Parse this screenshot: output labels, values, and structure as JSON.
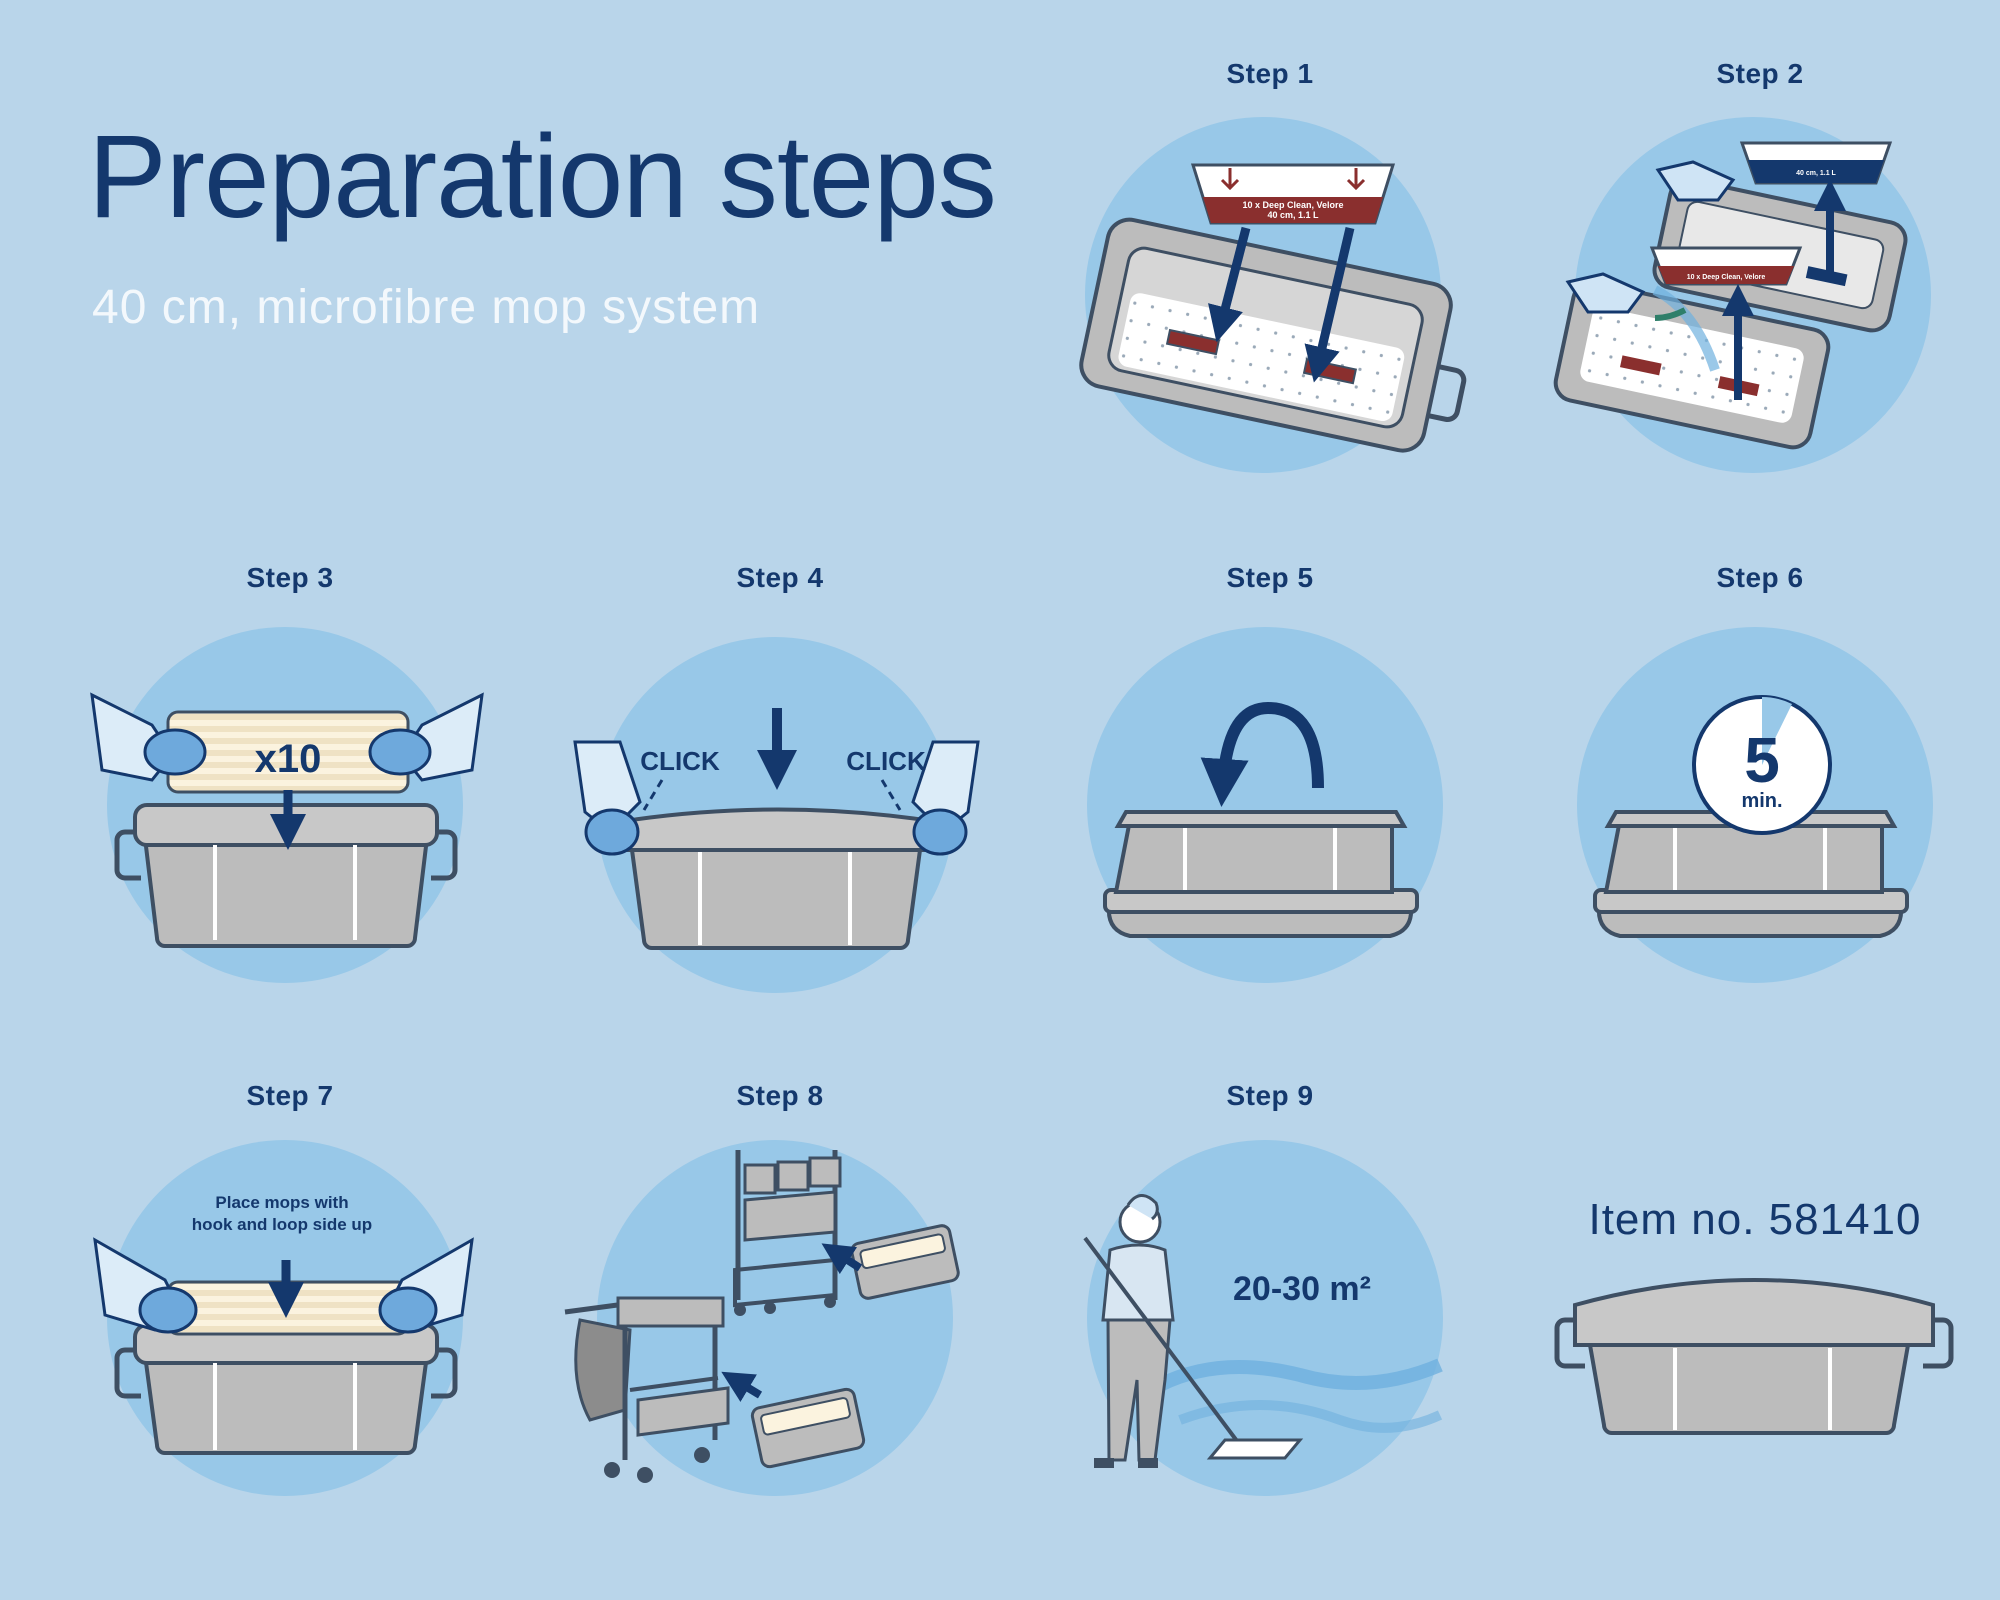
{
  "header": {
    "title": "Preparation steps",
    "subtitle": "40 cm, microfibre mop system"
  },
  "steps": [
    {
      "label": "Step 1",
      "pack_text_1": "10 x Deep Clean, Velore",
      "pack_text_2": "40 cm, 1.1 L"
    },
    {
      "label": "Step 2",
      "pack_text_1": "10 x Deep Clean, Velore",
      "pack_text_2": "40 cm, 1.1 L"
    },
    {
      "label": "Step 3",
      "badge": "x10"
    },
    {
      "label": "Step 4",
      "click_left": "CLICK",
      "click_right": "CLICK"
    },
    {
      "label": "Step 5"
    },
    {
      "label": "Step 6",
      "timer_value": "5",
      "timer_unit": "min."
    },
    {
      "label": "Step 7",
      "note_line_1": "Place mops with",
      "note_line_2": "hook and loop side up"
    },
    {
      "label": "Step 8"
    },
    {
      "label": "Step 9",
      "area": "20-30 m²"
    }
  ],
  "footer": {
    "item_number": "Item no. 581410"
  },
  "colors": {
    "background": "#b9d5ea",
    "circle": "#98c8e8",
    "navy": "#14386d",
    "box_gray": "#bcbcbc",
    "box_stroke": "#3e4f63",
    "pack_red": "#8a2f2e"
  }
}
